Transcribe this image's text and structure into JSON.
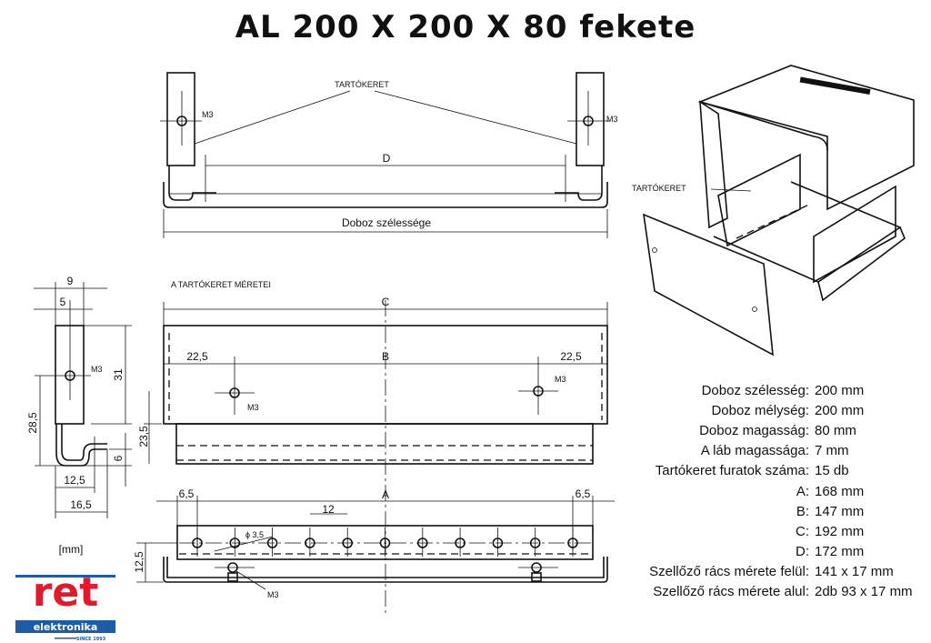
{
  "title": "AL 200 X 200 X 80 fekete",
  "top_view": {
    "label_frame": "TARTÓKERET",
    "dim_d": "D",
    "width_label": "Doboz szélessége",
    "screw": "M3"
  },
  "frame_section": {
    "heading": "A TARTÓKERET MÉRETEI",
    "dim_c": "C",
    "dim_b": "B",
    "offset_left": "22,5",
    "offset_right": "22,5",
    "screw": "M3",
    "height": "23,5"
  },
  "side_view": {
    "w9": "9",
    "w5": "5",
    "h31": "31",
    "h28": "28,5",
    "h6": "6",
    "w12": "12,5",
    "w16": "16,5",
    "screw": "M3"
  },
  "bottom_view": {
    "dim_a": "A",
    "edge_left": "6,5",
    "edge_right": "6,5",
    "pitch": "12",
    "hole_dia": "ϕ 3,5",
    "height": "12,5",
    "screw": "M3"
  },
  "iso_view": {
    "label_frame": "TARTÓKERET"
  },
  "units": "[mm]",
  "specs": [
    {
      "label": "Doboz szélesség:",
      "value": "200 mm"
    },
    {
      "label": "Doboz mélység:",
      "value": "200 mm"
    },
    {
      "label": "Doboz magasság:",
      "value": "80 mm"
    },
    {
      "label": "A láb magassága:",
      "value": "7 mm"
    },
    {
      "label": "Tartókeret furatok száma:",
      "value": "15 db"
    },
    {
      "label": "A:",
      "value": "168 mm"
    },
    {
      "label": "B:",
      "value": "147 mm"
    },
    {
      "label": "C:",
      "value": "192 mm"
    },
    {
      "label": "D:",
      "value": "172 mm"
    },
    {
      "label": "Szellőző rács mérete felül:",
      "value": "141 x 17 mm"
    },
    {
      "label": "Szellőző rács mérete alul:",
      "value": "2db 93 x 17 mm"
    }
  ],
  "logo": {
    "main": "ret",
    "sub": "elektronika",
    "since": "SINCE 1993"
  },
  "colors": {
    "logo_red": "#e21b2c",
    "logo_blue": "#1f5ca8"
  }
}
